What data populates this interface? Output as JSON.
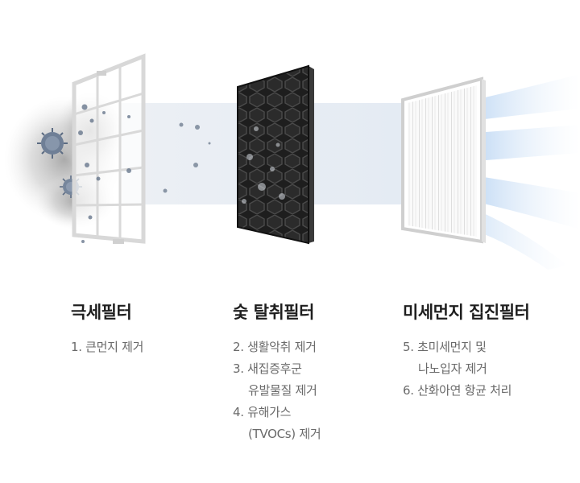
{
  "filters": [
    {
      "title": "극세필터",
      "items": [
        {
          "lines": [
            "1. 큰먼지 제거"
          ]
        }
      ]
    },
    {
      "title": "숯 탈취필터",
      "items": [
        {
          "lines": [
            "2. 생활악취 제거"
          ]
        },
        {
          "lines": [
            "3. 새집증후군",
            "유발물질 제거"
          ]
        },
        {
          "lines": [
            "4. 유해가스",
            "(TVOCs) 제거"
          ]
        }
      ]
    },
    {
      "title": "미세먼지 집진필터",
      "items": [
        {
          "lines": [
            "5. 초미세먼지 및",
            "나노입자 제거"
          ]
        },
        {
          "lines": [
            "6. 산화아연 항균 처리"
          ]
        }
      ]
    }
  ]
}
